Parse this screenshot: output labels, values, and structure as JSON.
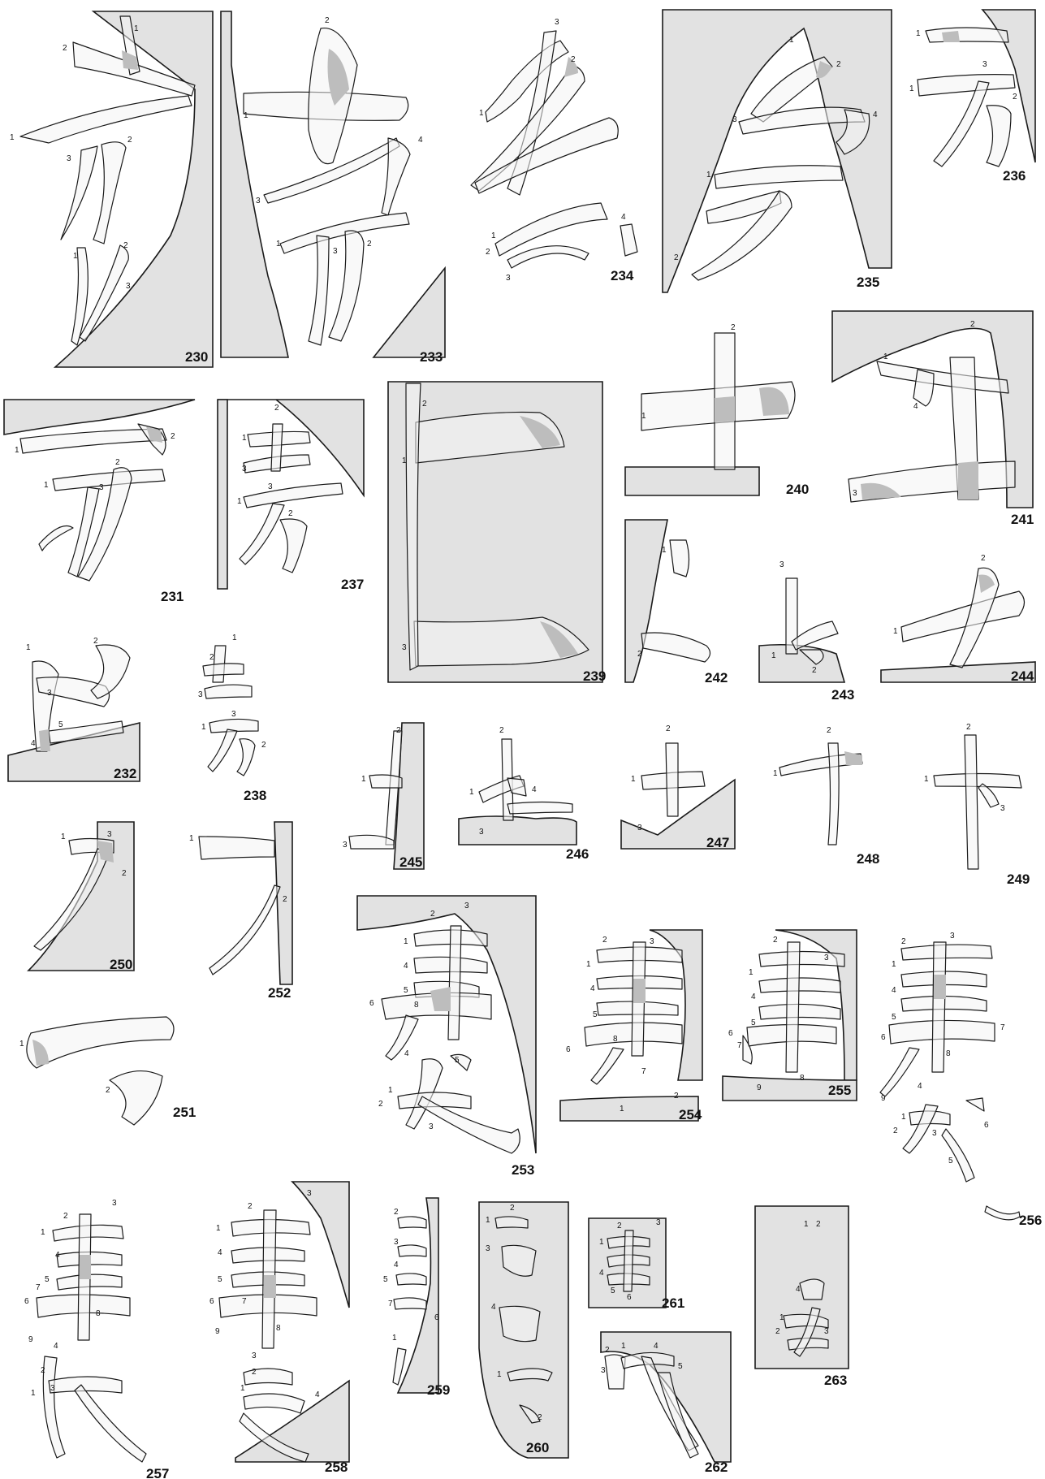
{
  "figures": [
    {
      "id": "230",
      "label": "230"
    },
    {
      "id": "233",
      "label": "233"
    },
    {
      "id": "234",
      "label": "234"
    },
    {
      "id": "235",
      "label": "235"
    },
    {
      "id": "236",
      "label": "236"
    },
    {
      "id": "231",
      "label": "231"
    },
    {
      "id": "237",
      "label": "237"
    },
    {
      "id": "239",
      "label": "239"
    },
    {
      "id": "240",
      "label": "240"
    },
    {
      "id": "241",
      "label": "241"
    },
    {
      "id": "232",
      "label": "232"
    },
    {
      "id": "238",
      "label": "238"
    },
    {
      "id": "242",
      "label": "242"
    },
    {
      "id": "243",
      "label": "243"
    },
    {
      "id": "244",
      "label": "244"
    },
    {
      "id": "245",
      "label": "245"
    },
    {
      "id": "246",
      "label": "246"
    },
    {
      "id": "247",
      "label": "247"
    },
    {
      "id": "248",
      "label": "248"
    },
    {
      "id": "249",
      "label": "249"
    },
    {
      "id": "250",
      "label": "250"
    },
    {
      "id": "252",
      "label": "252"
    },
    {
      "id": "251",
      "label": "251"
    },
    {
      "id": "253",
      "label": "253"
    },
    {
      "id": "254",
      "label": "254"
    },
    {
      "id": "255",
      "label": "255"
    },
    {
      "id": "256",
      "label": "256"
    },
    {
      "id": "257",
      "label": "257"
    },
    {
      "id": "258",
      "label": "258"
    },
    {
      "id": "259",
      "label": "259"
    },
    {
      "id": "260",
      "label": "260"
    },
    {
      "id": "261",
      "label": "261"
    },
    {
      "id": "262",
      "label": "262"
    },
    {
      "id": "263",
      "label": "263"
    }
  ],
  "stroke_order_digits": [
    "1",
    "2",
    "3",
    "4",
    "5",
    "6",
    "7",
    "8",
    "9"
  ],
  "colors": {
    "stone": "#e2e2e2",
    "ink": "#1a1a1a",
    "overlap": "#bdbdbd"
  }
}
